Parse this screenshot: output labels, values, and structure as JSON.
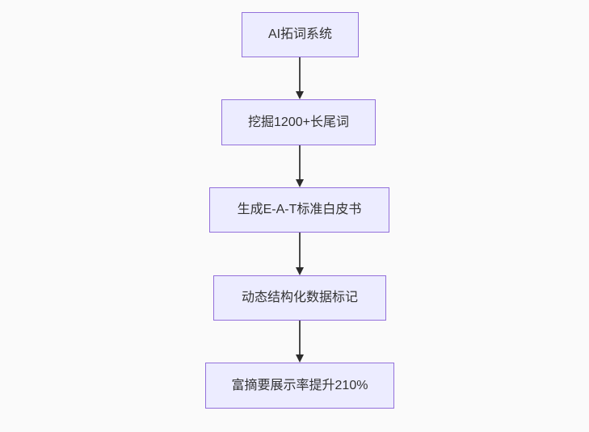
{
  "diagram": {
    "type": "flowchart",
    "direction": "top-down",
    "nodes": [
      {
        "id": "ai-word-expansion-system",
        "label": "AI拓词系统"
      },
      {
        "id": "mine-1200-longtail-words",
        "label": "挖掘1200+长尾词"
      },
      {
        "id": "generate-eat-whitepaper",
        "label": "生成E-A-T标准白皮书"
      },
      {
        "id": "dynamic-structured-markup",
        "label": "动态结构化数据标记"
      },
      {
        "id": "rich-snippet-rate-up-210",
        "label": "富摘要展示率提升210%"
      }
    ],
    "edges": [
      {
        "from": "ai-word-expansion-system",
        "to": "mine-1200-longtail-words"
      },
      {
        "from": "mine-1200-longtail-words",
        "to": "generate-eat-whitepaper"
      },
      {
        "from": "generate-eat-whitepaper",
        "to": "dynamic-structured-markup"
      },
      {
        "from": "dynamic-structured-markup",
        "to": "rich-snippet-rate-up-210"
      }
    ],
    "colors": {
      "node_fill": "#ECECFF",
      "node_border": "#9370DB",
      "edge_line": "#4a4a4a",
      "arrowhead": "#2b2b2b",
      "text": "#333333",
      "background": "#fafafa"
    }
  }
}
